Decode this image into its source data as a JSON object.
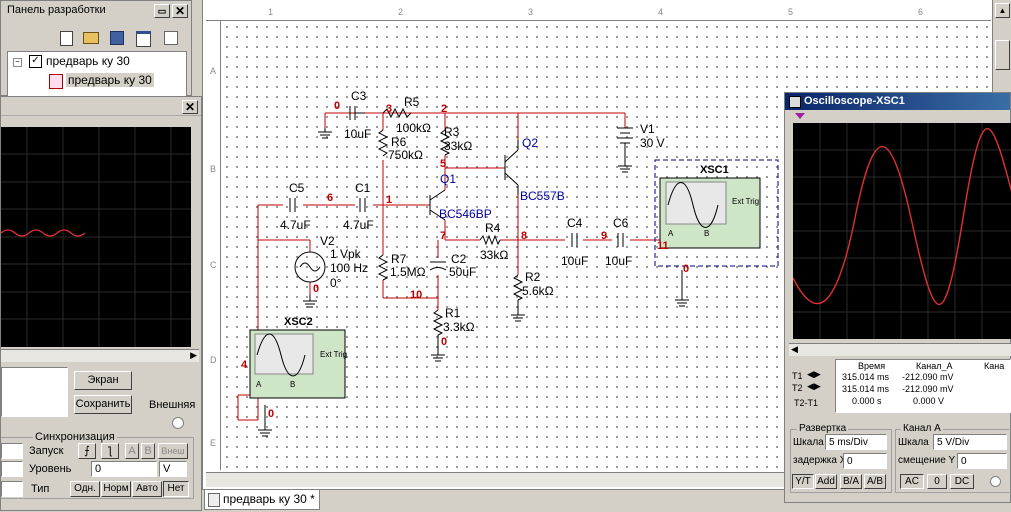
{
  "dev_panel": {
    "title": "Панель разработки",
    "tree": {
      "root": "предварь ку 30",
      "child": "предварь ку 30"
    }
  },
  "left_scope": {
    "buttons": {
      "screen": "Экран",
      "save": "Сохранить"
    },
    "external_label": "Внешняя",
    "sync_group": "Синхронизация",
    "trigger_label": "Запуск",
    "level_label": "Уровень",
    "level_value": "0",
    "level_unit": "V",
    "channel_a": "A",
    "channel_b": "B",
    "external_btn": "Внеш",
    "type_label": "Тип",
    "mode_buttons": [
      "Одн.",
      "Норм",
      "Авто",
      "Нет"
    ]
  },
  "schematic": {
    "ruler_numbers": [
      "1",
      "2",
      "3",
      "4",
      "5",
      "6"
    ],
    "ruler_letters": [
      "A",
      "B",
      "C",
      "D",
      "E"
    ],
    "nets": [
      "0",
      "3",
      "2",
      "6",
      "1",
      "5",
      "7",
      "8",
      "9",
      "11",
      "0",
      "0",
      "10",
      "0",
      "4",
      "0"
    ],
    "parts": {
      "C3": {
        "name": "C3",
        "value": "10uF"
      },
      "R5": {
        "name": "R5",
        "value": "100kΩ"
      },
      "R3": {
        "name": "R3",
        "value": "33kΩ"
      },
      "R6": {
        "name": "R6",
        "value": "750kΩ"
      },
      "Q2": {
        "name": "Q2",
        "value": "BC557B"
      },
      "Q1": {
        "name": "Q1",
        "value": "BC546BP"
      },
      "V1": {
        "name": "V1",
        "value": "30 V"
      },
      "C5": {
        "name": "C5",
        "value": "4.7uF"
      },
      "C1": {
        "name": "C1",
        "value": "4.7uF"
      },
      "V2": {
        "name": "V2",
        "line1": "1 Vpk",
        "line2": "100 Hz",
        "line3": "0°"
      },
      "R7": {
        "name": "R7",
        "value": "1.5MΩ"
      },
      "C2": {
        "name": "C2",
        "value": "50uF"
      },
      "R4": {
        "name": "R4",
        "value": "33kΩ"
      },
      "C4": {
        "name": "C4",
        "value": "10uF"
      },
      "C6": {
        "name": "C6",
        "value": "10uF"
      },
      "R2": {
        "name": "R2",
        "value": "5.6kΩ"
      },
      "R1": {
        "name": "R1",
        "value": "3.3kΩ"
      }
    },
    "xsc1": {
      "name": "XSC1",
      "ext": "Ext Trig",
      "a": "A",
      "b": "B"
    },
    "xsc2": {
      "name": "XSC2",
      "ext": "Ext Trig",
      "a": "A",
      "b": "B"
    }
  },
  "tab": {
    "label": "предварь ку 30 *"
  },
  "oscilloscope": {
    "title": "Oscilloscope-XSC1",
    "readout": {
      "headers": {
        "time": "Время",
        "cha": "Канал_A",
        "chb": "Кана"
      },
      "rows": [
        {
          "label": "T1",
          "time": "315.014 ms",
          "cha": "-212.090 mV"
        },
        {
          "label": "T2",
          "time": "315.014 ms",
          "cha": "-212.090 mV"
        },
        {
          "label": "T2-T1",
          "time": "0.000 s",
          "cha": "0.000 V"
        }
      ]
    },
    "timebase": {
      "group": "Развертка",
      "scale_label": "Шкала",
      "scale_value": "5 ms/Div",
      "xpos_label": "задержка X",
      "xpos_value": "0"
    },
    "channel_a": {
      "group": "Канал A",
      "scale_label": "Шкала",
      "scale_value": "5  V/Div",
      "ypos_label": "смещение Y",
      "ypos_value": "0"
    },
    "mode_buttons": [
      "Y/T",
      "Add",
      "B/A",
      "A/B"
    ],
    "coupling_buttons": [
      "AC",
      "0",
      "DC"
    ]
  }
}
